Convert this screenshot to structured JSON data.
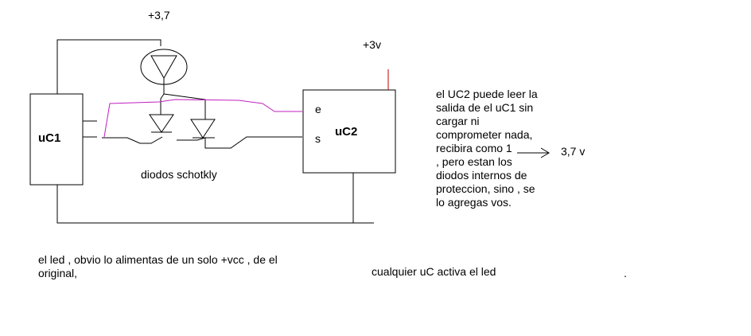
{
  "circuit": {
    "supply_led": "+3,7",
    "supply_uc2": "+3v",
    "uc1_label": "uC1",
    "uc2_label": "uC2",
    "uc2_pin_e": "e",
    "uc2_pin_s": "s",
    "diodes_label": "diodos schotkly",
    "arrow_value": "3,7 v"
  },
  "notes": {
    "right_lines": [
      "el UC2 puede leer  la",
      "salida de el uC1 sin",
      "cargar  ni",
      "comprometer nada,",
      "recibira como 1",
      ", pero estan los",
      "diodos internos de",
      "proteccion, sino , se",
      "lo agregas vos."
    ],
    "bottom_left_lines": [
      "el led , obvio lo alimentas de un solo +vcc , de el",
      "original,"
    ],
    "bottom_right": "cualquier uC activa el led",
    "dot": "."
  },
  "colors": {
    "wire": "#000000",
    "signal_wire": "#c020c0",
    "supply_pin": "#c00000"
  }
}
